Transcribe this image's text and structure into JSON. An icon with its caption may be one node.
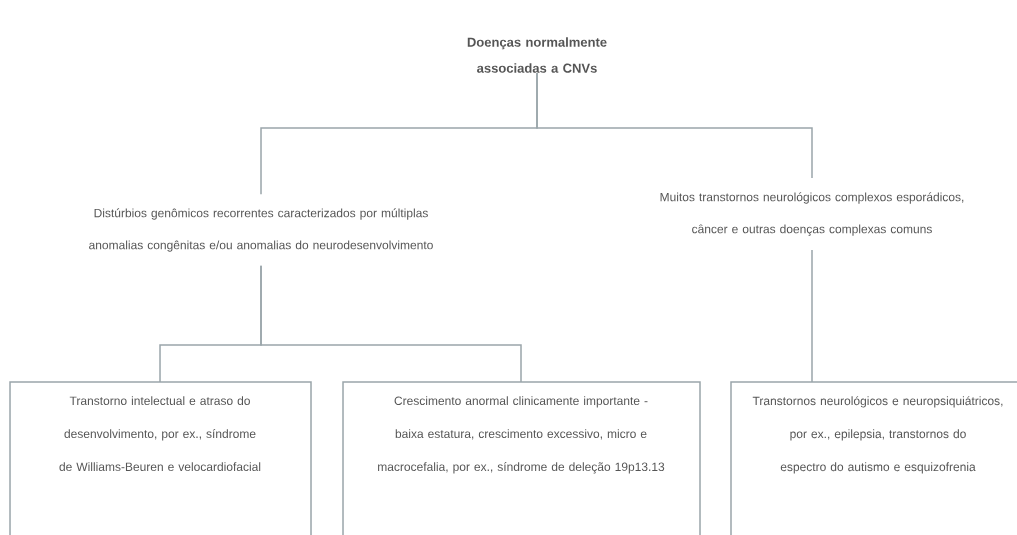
{
  "diagram": {
    "nodes": [
      {
        "text": [
          "Doenças normalmente associadas a CNVs"
        ]
      },
      {
        "text": [
          "Distúrbios genômicos recorrentes caracterizados por múltiplas anomalias congênitas e/ou anomalias do neurodesenvolvimento"
        ]
      },
      {
        "text": [
          "Muitos transtornos neurológicos complexos esporádicos, câncer e outras doenças complexas comuns"
        ]
      },
      {
        "text": [
          "Transtorno intelectual e atraso do desenvolvimento, por ex., síndrome de Williams-Beuren e velocardiofacial"
        ]
      },
      {
        "text": [
          "Crescimento anormal clinicamente importante - baixa estatura, crescimento excessivo, micro e macrocefalia, por ex., síndrome de deleção 19p13.13"
        ]
      },
      {
        "text": [
          "Transtornos neurológicos e neuropsiquiátricos, por ex., epilepsia, transtornos do espectro do autismo e esquizofrenia"
        ]
      }
    ],
    "edges": [
      {
        "from": 0,
        "to": 1,
        "arrow": "none"
      },
      {
        "from": 0,
        "to": 2,
        "arrow": "none"
      },
      {
        "from": 1,
        "to": 3,
        "arrow": "none"
      },
      {
        "from": 1,
        "to": 4,
        "arrow": "none"
      },
      {
        "from": 2,
        "to": 5,
        "arrow": "none"
      }
    ]
  }
}
